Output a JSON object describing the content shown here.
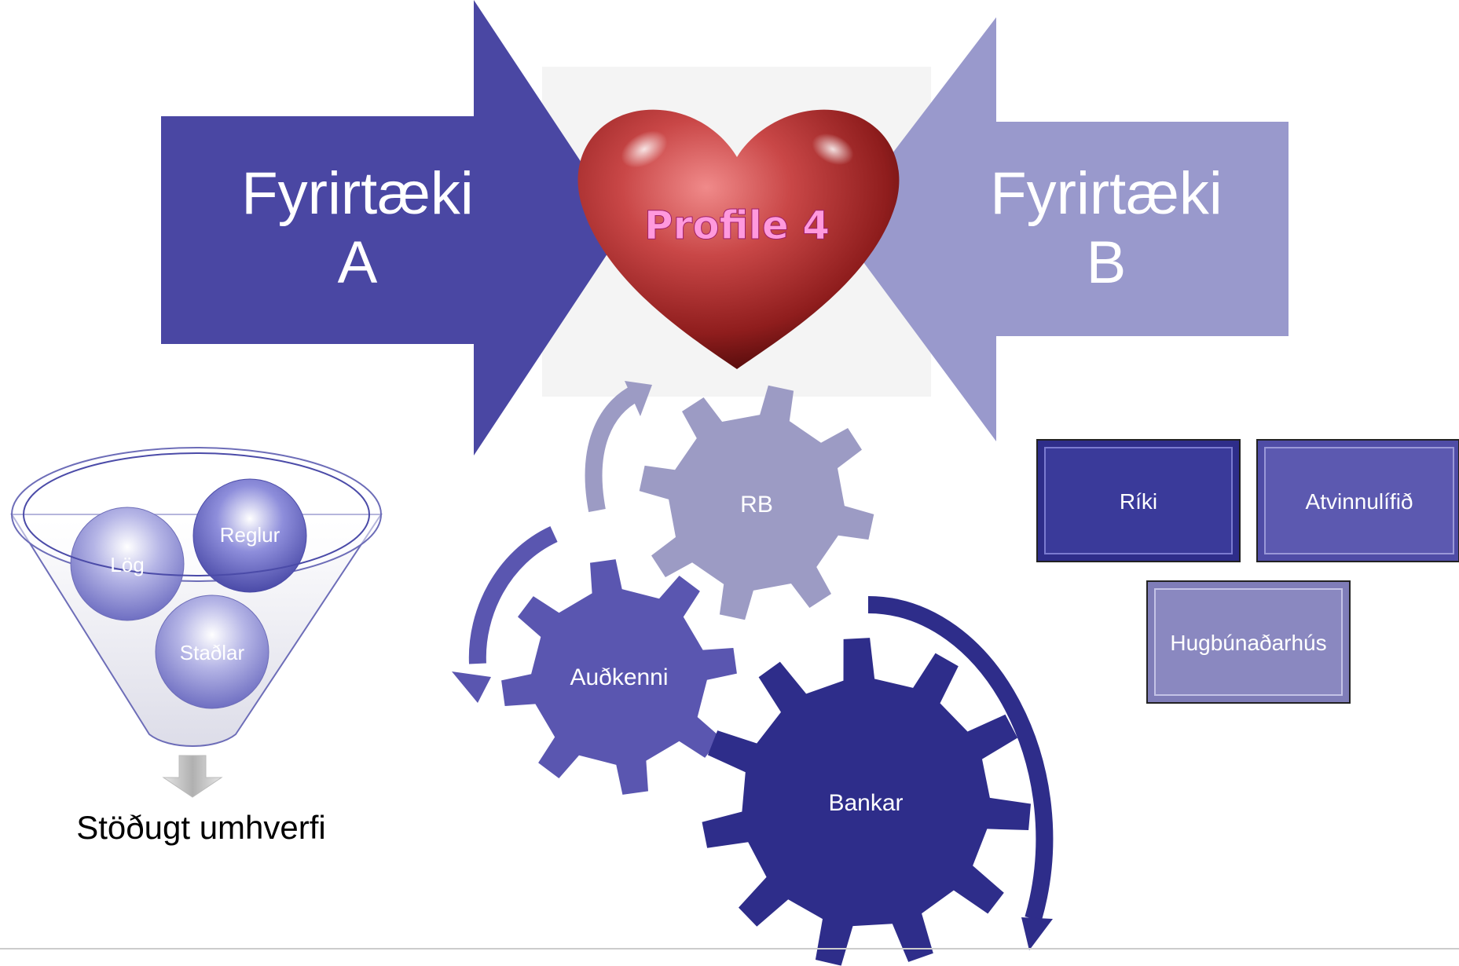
{
  "arrows": {
    "left": {
      "line1": "Fyrirtæki",
      "line2": "A",
      "color": "#4a47a3"
    },
    "right": {
      "line1": "Fyrirtæki",
      "line2": "B",
      "color": "#9999cc"
    }
  },
  "heart": {
    "label": "Profile 4",
    "label_color": "#ff99dd"
  },
  "gears": {
    "rb": {
      "label": "RB",
      "color": "#9c9bc4"
    },
    "audkenni": {
      "label": "Auðkenni",
      "color": "#5a56b0"
    },
    "bankar": {
      "label": "Bankar",
      "color": "#2e2d8a"
    }
  },
  "funnel": {
    "items": [
      "Lög",
      "Reglur",
      "Staðlar"
    ],
    "result": "Stöðugt umhverfi"
  },
  "boxes": {
    "riki": "Ríki",
    "atvinnulifid": "Atvinnulífið",
    "hugbunadarhus": "Hugbúnaðarhús"
  }
}
